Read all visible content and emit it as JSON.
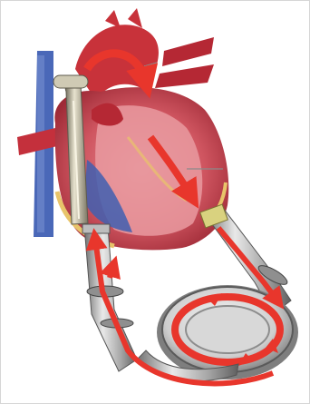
{
  "illustration": {
    "subject": "heart-with-implanted-ventricular-assist-pump",
    "labels": [],
    "colors": {
      "background": "#ffffff",
      "heart_muscle": "#c9414e",
      "heart_light": "#e98d93",
      "aorta": "#c8323a",
      "vein_blue": "#3f5fb0",
      "fat_yellow": "#e8c46a",
      "metal_tube": "#9c9c9c",
      "metal_light": "#e6e6e6",
      "pump_body": "#d4d4d4",
      "flow_arrow": "#e8362c"
    },
    "icons": [
      "flow-arrow-icon",
      "pump-device",
      "cannula-tube"
    ]
  }
}
